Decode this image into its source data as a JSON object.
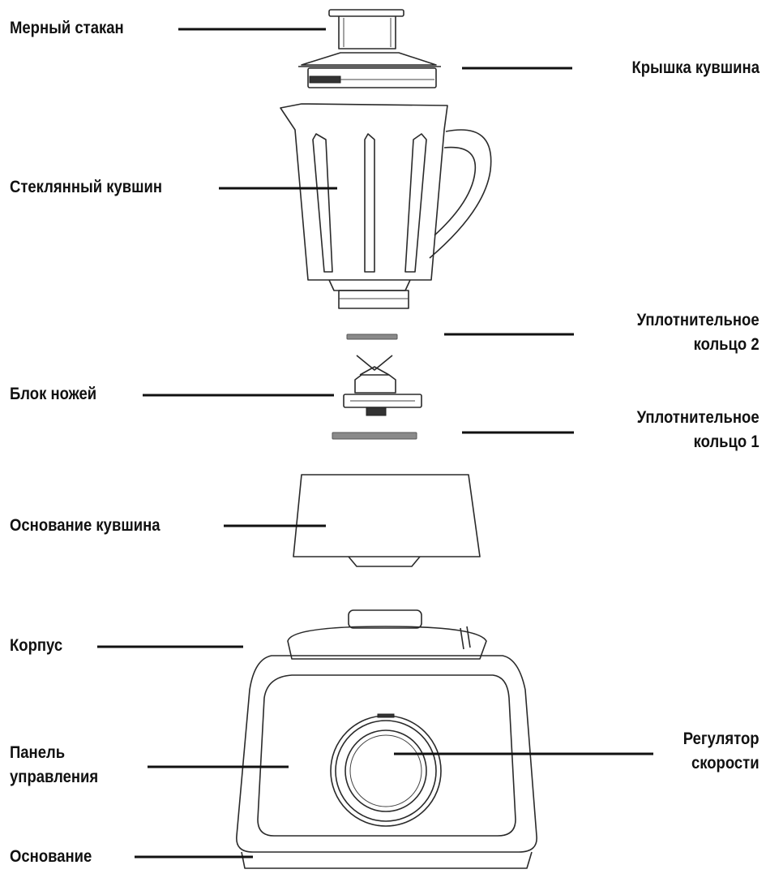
{
  "labels": {
    "measuring_cup": "Мерный стакан",
    "jug_lid": "Крышка кувшина",
    "glass_jug": "Стеклянный кувшин",
    "seal_ring_2_line1": "Уплотнительное",
    "seal_ring_2_line2": "кольцо 2",
    "blade_unit": "Блок ножей",
    "seal_ring_1_line1": "Уплотнительное",
    "seal_ring_1_line2": "кольцо 1",
    "jug_base": "Основание кувшина",
    "housing": "Корпус",
    "control_panel_line1": "Панель",
    "control_panel_line2": "управления",
    "speed_regulator_line1": "Регулятор",
    "speed_regulator_line2": "скорости",
    "base": "Основание"
  }
}
